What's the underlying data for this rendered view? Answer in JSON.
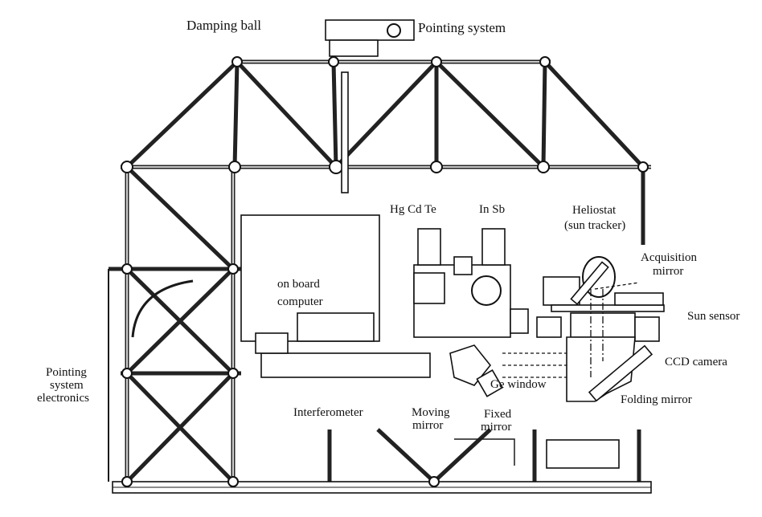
{
  "title": "Instrument layout",
  "labels": {
    "damping_ball": "Damping ball",
    "pointing_system": "Pointing system",
    "hgcdte": "Hg Cd Te",
    "insb": "In Sb",
    "heliostat_1": "Heliostat",
    "heliostat_2": "(sun tracker)",
    "acquisition_1": "Acquisition",
    "acquisition_2": "mirror",
    "computer_1": "on board",
    "computer_2": "computer",
    "sun_sensor": "Sun sensor",
    "ccd_camera": "CCD camera",
    "pse_1": "Pointing",
    "pse_2": "system",
    "pse_3": "electronics",
    "ge_window": "Ge window",
    "folding_mirror": "Folding mirror",
    "interferometer": "Interferometer",
    "moving_1": "Moving",
    "moving_2": "mirror",
    "fixed_1": "Fixed",
    "fixed_2": "mirror"
  }
}
